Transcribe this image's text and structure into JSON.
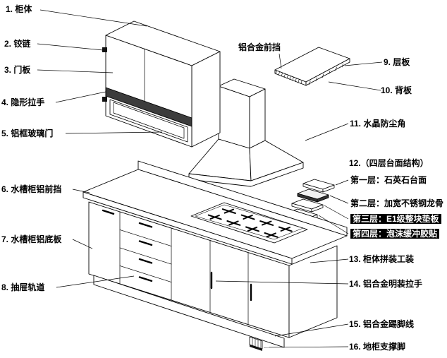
{
  "diagram": {
    "left_labels": [
      {
        "text": "1. 柜体"
      },
      {
        "text": "2. 铰链"
      },
      {
        "text": "3. 门板"
      },
      {
        "text": "4. 隐形拉手"
      },
      {
        "text": "5. 铝框玻璃门"
      },
      {
        "text": "6. 水槽柜铝前挡"
      },
      {
        "text": "7. 水槽柜铝底板"
      },
      {
        "text": "8. 抽屉轨道"
      }
    ],
    "top_label": {
      "text": "铝合金前挡"
    },
    "right_labels": [
      {
        "text": "9. 层板"
      },
      {
        "text": "10. 背板"
      },
      {
        "text": "11. 水晶防尘角"
      },
      {
        "text": "12.（四层台面结构）"
      },
      {
        "text": "第一层：石英石台面",
        "highlighted": false
      },
      {
        "text": "第二层：加宽不锈钢龙骨",
        "highlighted": false
      },
      {
        "text": "第三层：E1级整块垫板",
        "highlighted": true
      },
      {
        "text": "第四层：泡沫缓冲胶贴",
        "highlighted": true
      },
      {
        "text": "13. 柜体拼装工装"
      },
      {
        "text": "14. 铝合金明装拉手"
      },
      {
        "text": "15. 铝合金踢脚线"
      },
      {
        "text": "16. 地柜支撑脚"
      }
    ],
    "colors": {
      "line": "#000000",
      "background": "#ffffff",
      "highlight_bg": "#000000",
      "highlight_text": "#ffffff"
    }
  }
}
